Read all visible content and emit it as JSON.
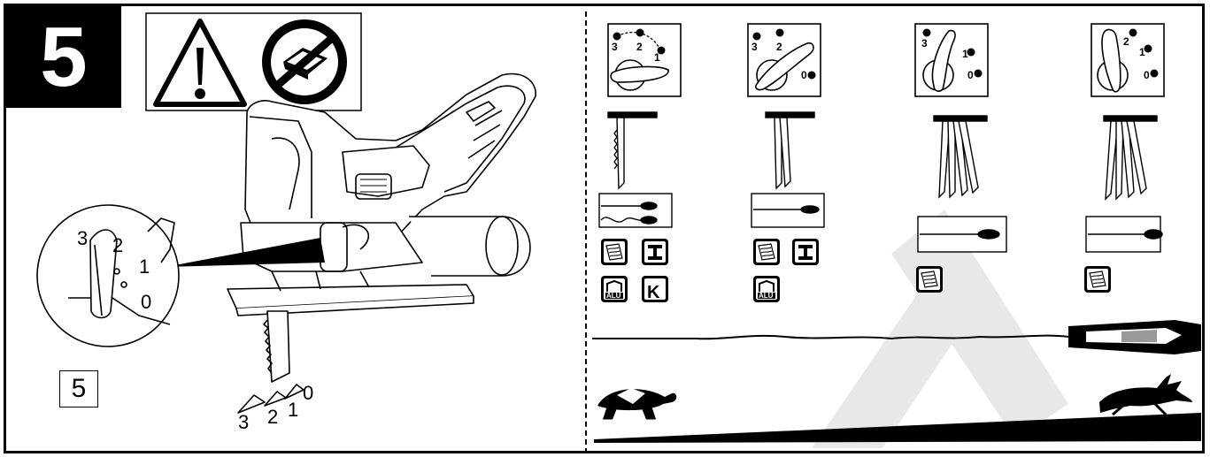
{
  "step": {
    "number": "5"
  },
  "callout_label": "5",
  "dial_markings": [
    "3",
    "2",
    "1",
    "0"
  ],
  "arrow_markings": [
    "3",
    "2",
    "1",
    "0"
  ],
  "settings": [
    {
      "dial": [
        "3",
        "2",
        "1"
      ],
      "material_icons": [
        "wood",
        "metal",
        "aluminium",
        "plastic"
      ],
      "alu_text": "ALU",
      "k_text": "K"
    },
    {
      "dial": [
        "3",
        "2",
        "0"
      ],
      "material_icons": [
        "wood",
        "metal",
        "aluminium"
      ],
      "alu_text": "ALU"
    },
    {
      "dial": [
        "3",
        "1",
        "0"
      ],
      "material_icons": [
        "wood"
      ]
    },
    {
      "dial": [
        "2",
        "1",
        "0"
      ],
      "material_icons": [
        "wood"
      ]
    }
  ],
  "speed_scale": {
    "slow_icon": "turtle-icon",
    "fast_icon": "rabbit-icon"
  },
  "icons": [
    "warning-icon",
    "no-battery-icon"
  ],
  "colors": {
    "ink": "#000000",
    "paper": "#ffffff",
    "watermark": "#e6e6e6"
  }
}
